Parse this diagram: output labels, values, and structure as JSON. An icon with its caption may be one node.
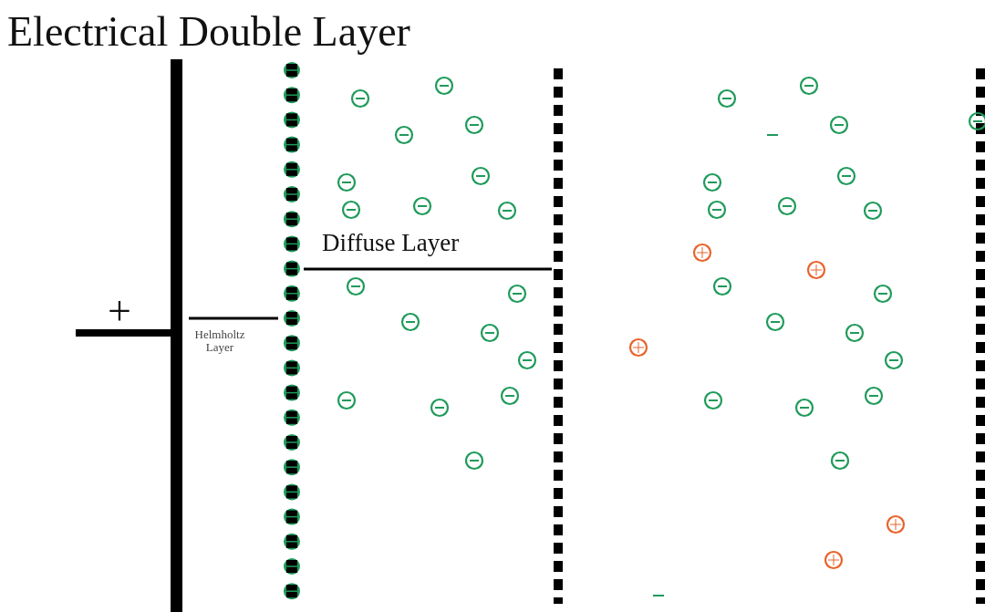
{
  "diagram": {
    "title": "Electrical Double Layer",
    "labels": [
      "Diffuse Layer",
      "+",
      "Helmholtz Layer"
    ]
  }
}
